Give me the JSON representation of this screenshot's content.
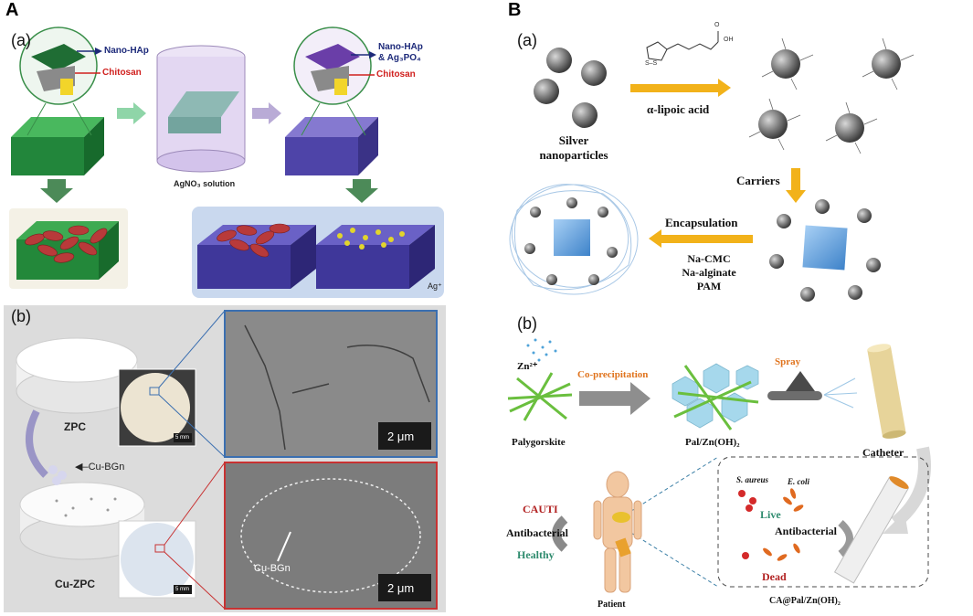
{
  "panel_A": {
    "label": "A",
    "a": {
      "label": "(a)",
      "nano_hap": "Nano-HAp",
      "chitosan_left": "Chitosan",
      "nano_hap_ag_line1": "Nano-HAp",
      "nano_hap_ag_line2": "& Ag₃PO₄",
      "chitosan_right": "Chitosan",
      "solution": "AgNO₃ solution",
      "ion": "Ag⁺"
    },
    "b": {
      "label": "(b)",
      "zpc": "ZPC",
      "cu_zpc": "Cu-ZPC",
      "cu_bgn_top": "Cu-BGn",
      "cu_bgn_sem": "Cu-BGn",
      "scale_sem_top": "2 μm",
      "scale_sem_bottom": "2 μm",
      "scale_photo_top": "5 mm",
      "scale_photo_bottom": "5 mm"
    }
  },
  "panel_B": {
    "label": "B",
    "a": {
      "label": "(a)",
      "silver_line1": "Silver",
      "silver_line2": "nanoparticles",
      "lipoic": "α-lipoic acid",
      "carriers": "Carriers",
      "encapsulation": "Encapsulation",
      "na_cmc": "Na-CMC",
      "na_alginate": "Na-alginate",
      "pam": "PAM",
      "oh": "OH",
      "o": "O",
      "ss": "S–S"
    },
    "b": {
      "label": "(b)",
      "zn": "Zn²⁺",
      "coprecip": "Co-precipitation",
      "spray": "Spray",
      "palygorskite": "Palygorskite",
      "pal_zn": "Pal/Zn(OH)₂",
      "catheter": "Catheter",
      "cauti": "CAUTI",
      "antibacterial_left": "Antibacterial",
      "healthy": "Healthy",
      "patient": "Patient",
      "s_aureus": "S. aureus",
      "e_coli": "E. coli",
      "live": "Live",
      "antibacterial_right": "Antibacterial",
      "dead": "Dead",
      "ca_pal": "CA@Pal/Zn(OH)₂"
    }
  },
  "colors": {
    "green_scaffold": "#2e9a4a",
    "purple_scaffold": "#5a4fb5",
    "bacteria_red": "#b83a3a",
    "arrow_orange": "#f2b21a",
    "gray_np": "#6f6f6f",
    "sem_gray": "#8a8a8a",
    "navy_label": "#1d2a7a",
    "red_label": "#d0201e"
  }
}
